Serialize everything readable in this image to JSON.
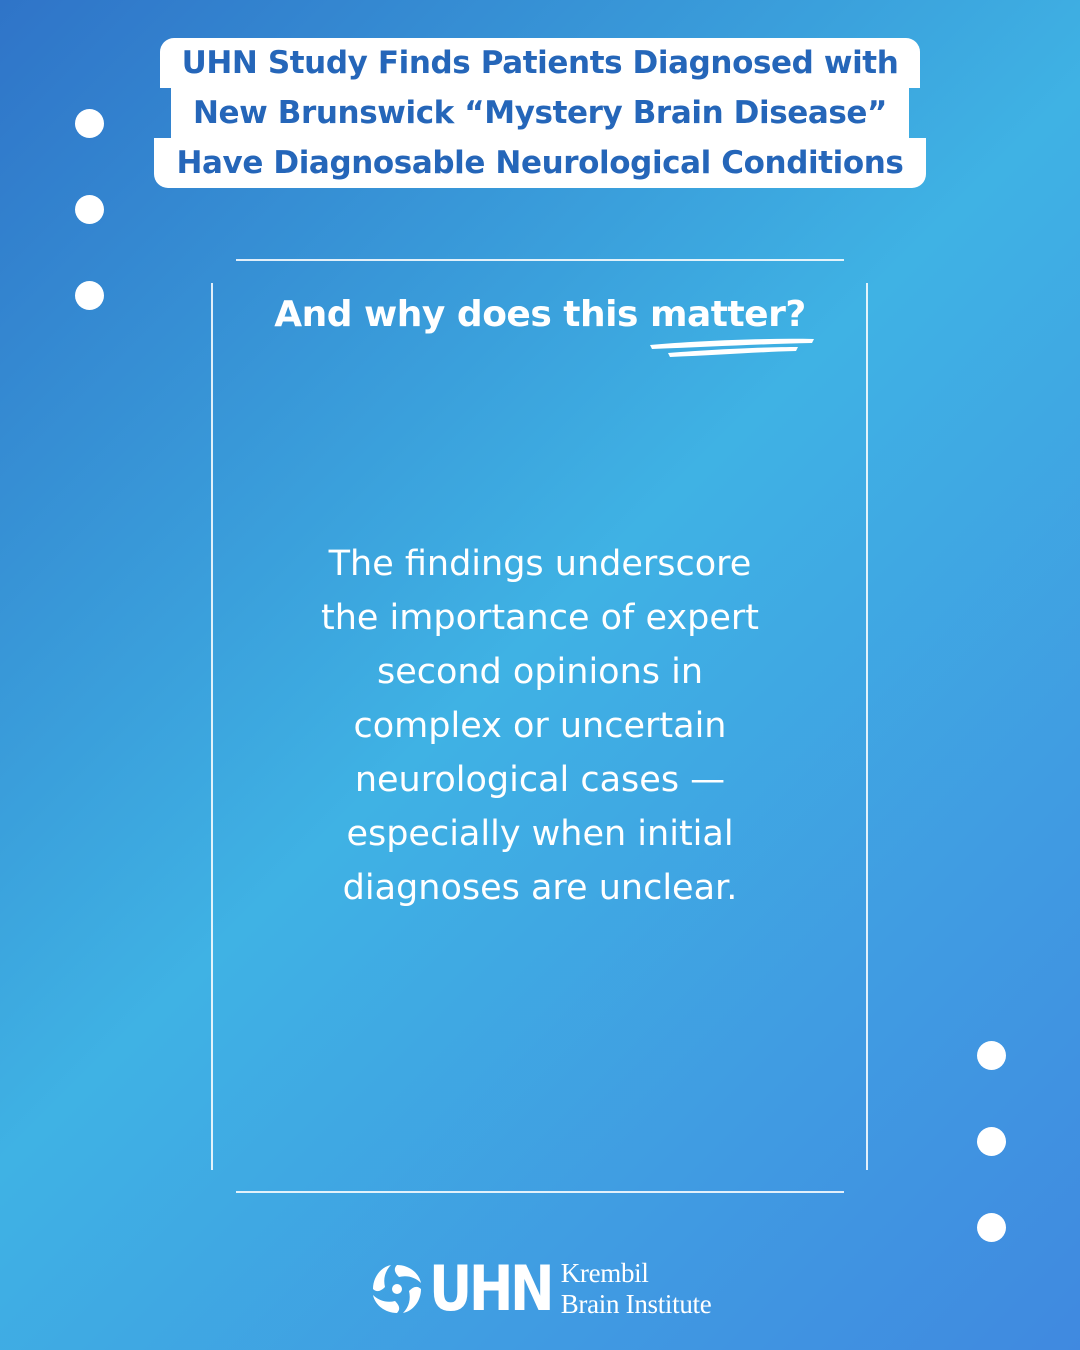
{
  "headline": {
    "line1": "UHN Study Finds Patients Diagnosed with",
    "line2": "New Brunswick “Mystery Brain Disease”",
    "line3": "Have Diagnosable Neurological Conditions"
  },
  "subheading": {
    "prefix": "And why does this ",
    "emphasis": "matter?"
  },
  "body": {
    "lines": [
      "The findings underscore",
      "the importance of expert",
      "second opinions in",
      "complex or uncertain",
      "neurological cases —",
      "especially when initial",
      "diagnoses are unclear."
    ]
  },
  "logo": {
    "wordmark": "UHN",
    "line1": "Krembil",
    "line2": "Brain Institute",
    "icon": "uhn-pinwheel-icon"
  },
  "colors": {
    "title_text": "#2566b9",
    "background_start": "#2f74c8",
    "background_mid": "#3fb2e4",
    "background_end": "#4089e0"
  }
}
